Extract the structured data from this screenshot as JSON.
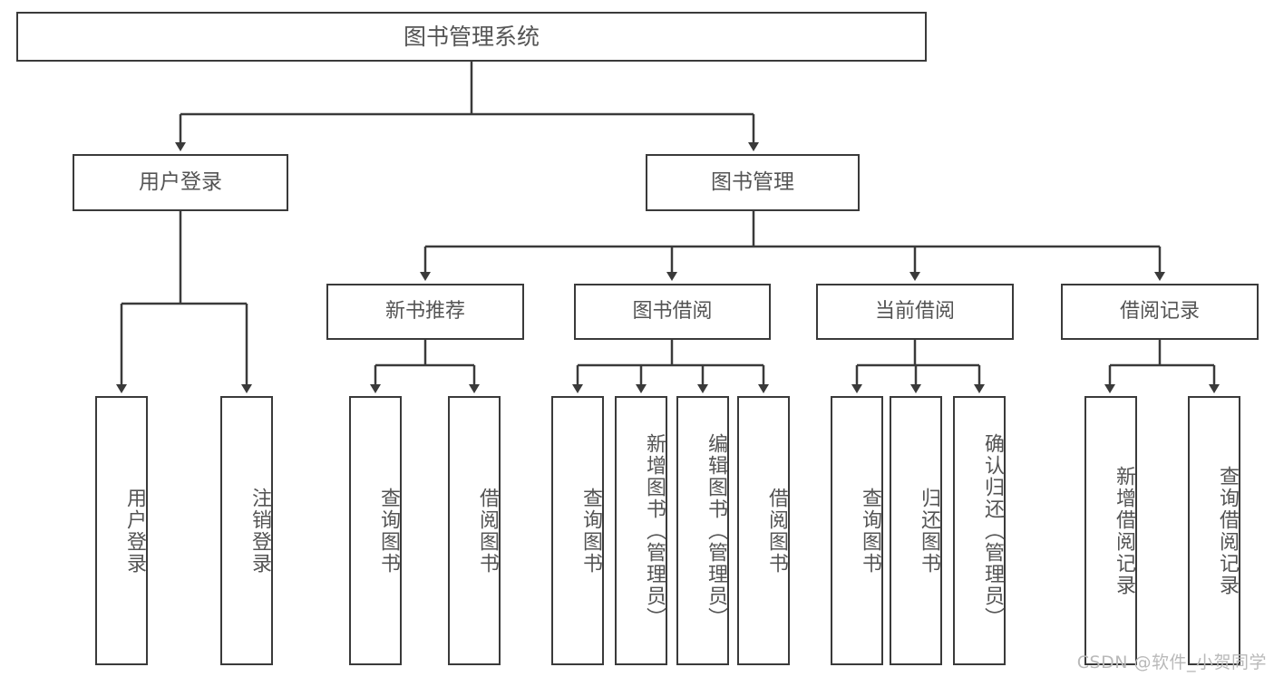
{
  "diagram": {
    "title": "图书管理系统",
    "type": "tree-hierarchy",
    "watermark": "CSDN @软件_小贺同学",
    "colors": {
      "box_border": "#3a3a3a",
      "box_fill": "#ffffff",
      "text": "#545454",
      "connector": "#3a3a3a",
      "watermark": "#b9b9b9",
      "background": "#ffffff"
    },
    "root": {
      "label": "图书管理系统"
    },
    "level1": [
      {
        "label": "用户登录"
      },
      {
        "label": "图书管理"
      }
    ],
    "level2": [
      {
        "label": "新书推荐"
      },
      {
        "label": "图书借阅"
      },
      {
        "label": "当前借阅"
      },
      {
        "label": "借阅记录"
      }
    ],
    "leaves": {
      "user_login": [
        {
          "label": "用户登录"
        },
        {
          "label": "注销登录"
        }
      ],
      "new_book_recommend": [
        {
          "label": "查询图书"
        },
        {
          "label": "借阅图书"
        }
      ],
      "book_borrow": [
        {
          "label": "查询图书"
        },
        {
          "label": "新增图书（管理员）"
        },
        {
          "label": "编辑图书（管理员）"
        },
        {
          "label": "借阅图书"
        }
      ],
      "current_borrow": [
        {
          "label": "查询图书"
        },
        {
          "label": "归还图书"
        },
        {
          "label": "确认归还（管理员）"
        }
      ],
      "borrow_record": [
        {
          "label": "新增借阅记录"
        },
        {
          "label": "查询借阅记录"
        }
      ]
    }
  }
}
